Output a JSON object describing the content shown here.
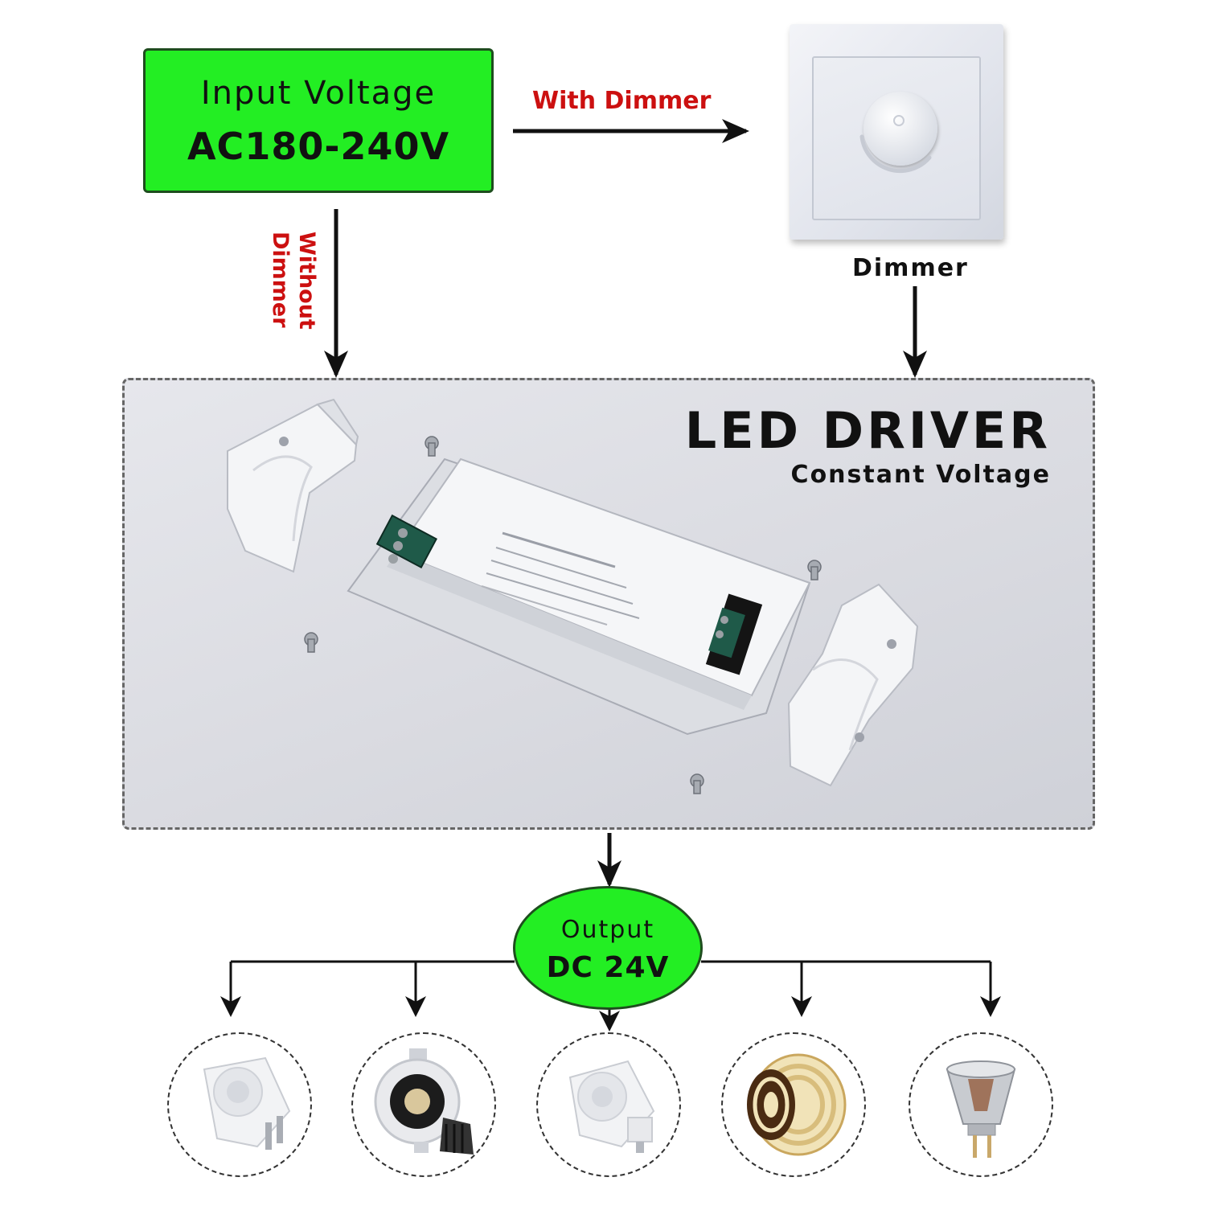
{
  "input": {
    "title": "Input Voltage",
    "value": "AC180-240V",
    "color": "#23ee23"
  },
  "paths": {
    "with_dimmer": "With Dimmer",
    "without_dimmer": "Without Dimmer"
  },
  "dimmer": {
    "label": "Dimmer"
  },
  "driver": {
    "title": "LED DRIVER",
    "subtitle": "Constant Voltage"
  },
  "output": {
    "title": "Output",
    "value": "DC 24V",
    "color": "#23ee23"
  },
  "loads": [
    {
      "icon": "mr16-spotlight-icon"
    },
    {
      "icon": "downlight-icon"
    },
    {
      "icon": "gu10-spotlight-icon"
    },
    {
      "icon": "led-strip-reel-icon"
    },
    {
      "icon": "mr11-bulb-icon"
    }
  ]
}
